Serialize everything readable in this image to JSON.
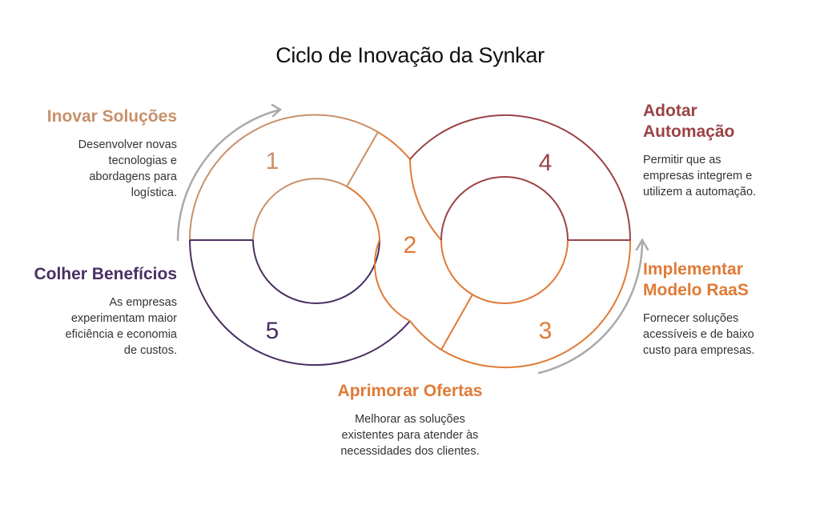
{
  "title": "Ciclo de Inovação da Synkar",
  "colors": {
    "segment_1": "#C8906A",
    "segment_2": "#E07A36",
    "segment_3": "#E07A36",
    "segment_4": "#9A4346",
    "segment_5": "#4A2F63",
    "arrow": "#AAAAAA"
  },
  "segments": [
    {
      "number": "1",
      "heading": "Inovar Soluções",
      "description": [
        "Desenvolver novas",
        "tecnologias e",
        "abordagens para",
        "logística."
      ]
    },
    {
      "number": "2",
      "heading": "Aprimorar Ofertas",
      "description": [
        "Melhorar as soluções",
        "existentes para atender às",
        "necessidades dos clientes."
      ]
    },
    {
      "number": "3",
      "heading_lines": [
        "Implementar",
        "Modelo RaaS"
      ],
      "description": [
        "Fornecer soluções",
        "acessíveis e de baixo",
        "custo para empresas."
      ]
    },
    {
      "number": "4",
      "heading_lines": [
        "Adotar",
        "Automação"
      ],
      "description": [
        "Permitir que as",
        "empresas integrem e",
        "utilizem a automação."
      ]
    },
    {
      "number": "5",
      "heading": "Colher Benefícios",
      "description": [
        "As empresas",
        "experimentam maior",
        "eficiência e economia",
        "de custos."
      ]
    }
  ]
}
